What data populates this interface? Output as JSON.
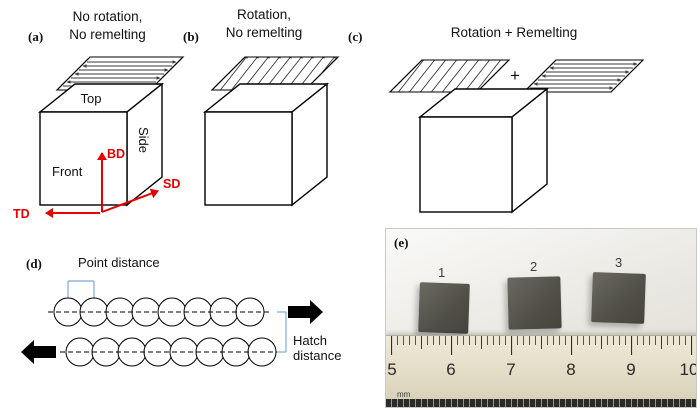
{
  "figure": {
    "panels": {
      "a": {
        "tag": "(a)",
        "title_line1": "No rotation,",
        "title_line2": "No remelting",
        "cube_labels": {
          "top": "Top",
          "front": "Front",
          "side": "Side"
        },
        "axes": {
          "bd": "BD",
          "sd": "SD",
          "td": "TD"
        }
      },
      "b": {
        "tag": "(b)",
        "title_line1": "Rotation,",
        "title_line2": "No remelting"
      },
      "c": {
        "tag": "(c)",
        "title": "Rotation + Remelting",
        "plus_sign": "+"
      },
      "d": {
        "tag": "(d)",
        "point_distance_label": "Point distance",
        "hatch_distance_label": "Hatch distance"
      },
      "e": {
        "tag": "(e)",
        "sample_numbers": [
          "1",
          "2",
          "3"
        ],
        "ruler_numbers": [
          "5",
          "6",
          "7",
          "8",
          "9",
          "10"
        ],
        "ruler_unit": "mm"
      }
    },
    "colors": {
      "axis_red": "#e60000",
      "annotation_blue": "#7fa8d9",
      "scan_line": "#3a3a3a",
      "sample_gray": "#504f47",
      "ruler_beige": "#efe9d8"
    }
  }
}
